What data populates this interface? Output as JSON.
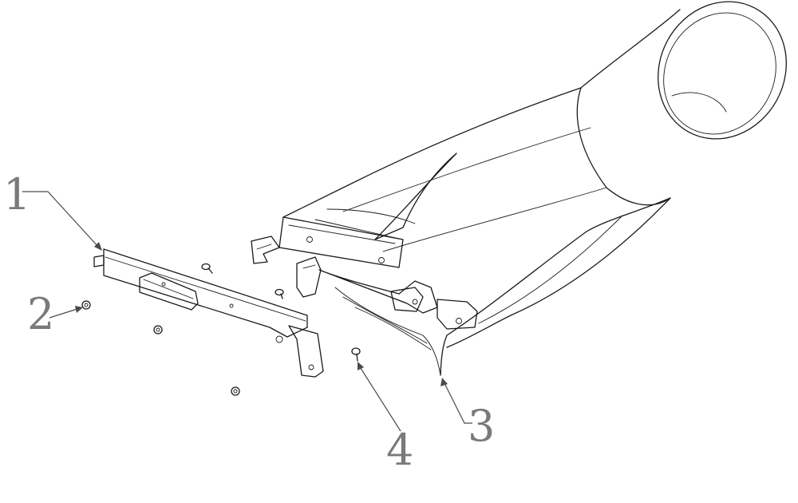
{
  "callouts": [
    {
      "id": "1",
      "label": "1"
    },
    {
      "id": "2",
      "label": "2"
    },
    {
      "id": "3",
      "label": "3"
    },
    {
      "id": "4",
      "label": "4"
    }
  ],
  "colors": {
    "line": "#1a1a1a",
    "callout": "#7a7a7a",
    "background": "#ffffff"
  }
}
